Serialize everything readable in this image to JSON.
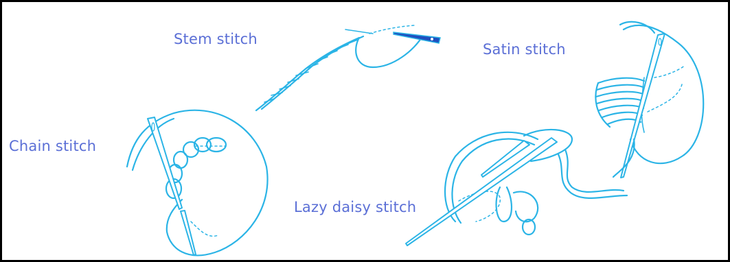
{
  "labels": {
    "stem": "Stem stitch",
    "satin": "Satin stitch",
    "chain": "Chain stitch",
    "lazy_daisy": "Lazy daisy stitch"
  },
  "colors": {
    "label_text": "#5b6fd6",
    "thread": "#2bb4e6",
    "border": "#000000",
    "needle_eye": "#1f4fbf"
  }
}
